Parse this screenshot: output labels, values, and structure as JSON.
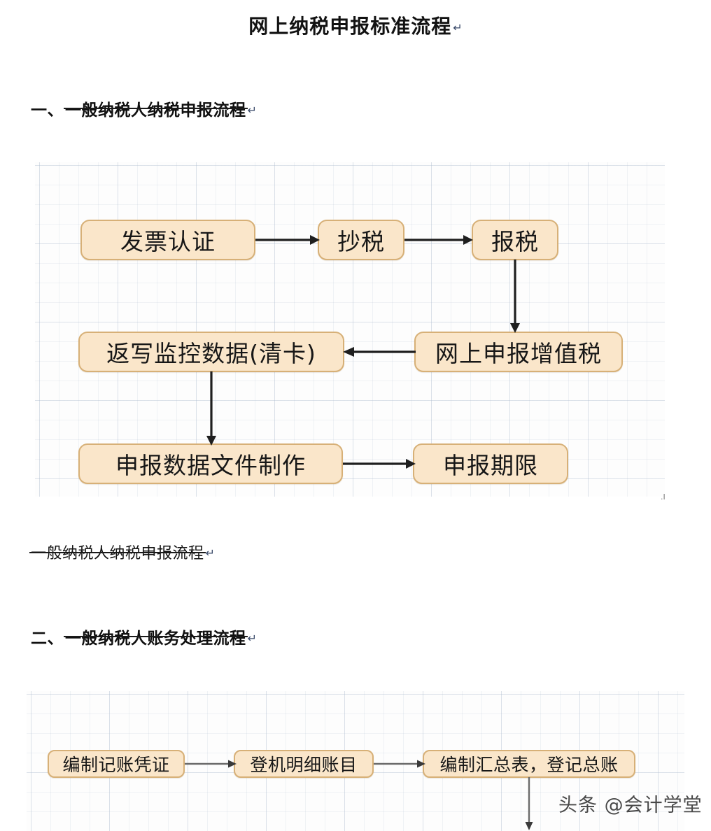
{
  "document": {
    "title": "网上纳税申报标准流程",
    "pilcrow": "↵"
  },
  "sections": [
    {
      "id": "sec1",
      "number": "一、",
      "heading": "一般纳税人纳税申报流程",
      "pilcrow": "↵"
    },
    {
      "id": "sec2",
      "number": "二、",
      "heading": "一般纳税人账务处理流程",
      "pilcrow": "↵"
    }
  ],
  "caption": {
    "text": "一般纳税人纳税申报流程",
    "pilcrow": "↵"
  },
  "flowchart1": {
    "nodes": [
      {
        "id": "n1",
        "label": "发票认证"
      },
      {
        "id": "n2",
        "label": "抄税"
      },
      {
        "id": "n3",
        "label": "报税"
      },
      {
        "id": "n4",
        "label": "返写监控数据(清卡)"
      },
      {
        "id": "n5",
        "label": "网上申报增值税"
      },
      {
        "id": "n6",
        "label": "申报数据文件制作"
      },
      {
        "id": "n7",
        "label": "申报期限"
      }
    ],
    "edges": [
      {
        "from": "发票认证",
        "to": "抄税",
        "direction": "right"
      },
      {
        "from": "抄税",
        "to": "报税",
        "direction": "right"
      },
      {
        "from": "报税",
        "to": "网上申报增值税",
        "direction": "down"
      },
      {
        "from": "网上申报增值税",
        "to": "返写监控数据(清卡)",
        "direction": "left"
      },
      {
        "from": "返写监控数据(清卡)",
        "to": "申报数据文件制作",
        "direction": "down"
      },
      {
        "from": "申报数据文件制作",
        "to": "申报期限",
        "direction": "right"
      }
    ]
  },
  "flowchart2": {
    "nodes": [
      {
        "id": "m1",
        "label": "编制记账凭证"
      },
      {
        "id": "m2",
        "label": "登机明细账目"
      },
      {
        "id": "m3",
        "label": "编制汇总表，登记总账"
      }
    ],
    "edges": [
      {
        "from": "编制记账凭证",
        "to": "登机明细账目",
        "direction": "right"
      },
      {
        "from": "登机明细账目",
        "to": "编制汇总表，登记总账",
        "direction": "right"
      },
      {
        "from": "编制汇总表，登记总账",
        "to": "",
        "direction": "down"
      }
    ]
  },
  "stray_mark": ".I",
  "watermark": "头条 @会计学堂",
  "colors": {
    "node_fill": "#FAE6CA",
    "node_border": "#D7B077",
    "grid_line": "#AAB9CD",
    "text": "#171717",
    "arrow": "#1F1F1F"
  }
}
